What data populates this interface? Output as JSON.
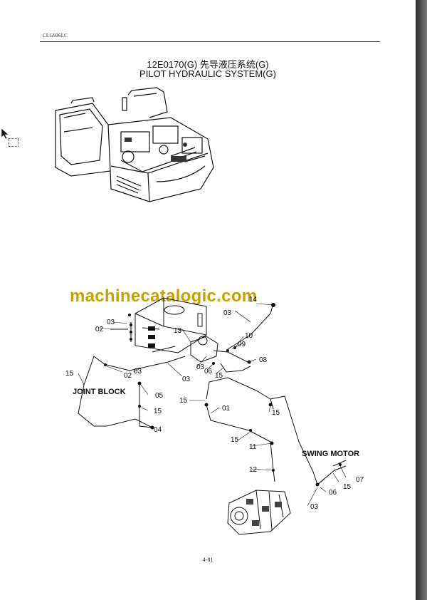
{
  "header": {
    "doc_code": "CLG936LC"
  },
  "titles": {
    "cn": "12E0170(G)  先导液压系统(G)",
    "en": "PILOT HYDRAULIC SYSTEM(G)"
  },
  "watermark": "machinecatalogic.com",
  "labels": {
    "joint_block": "JOINT BLOCK",
    "swing_motor": "SWING MOTOR"
  },
  "callouts": {
    "c14": "14",
    "c03a": "03",
    "c02a": "02",
    "c03b": "03",
    "c13": "13",
    "c10": "10",
    "c09": "09",
    "c08": "08",
    "c03c": "03",
    "c06a": "06",
    "c15a": "15",
    "c02b": "02",
    "c03d": "03",
    "c03e": "03",
    "c15b": "15",
    "c05": "05",
    "c15c": "15",
    "c04": "04",
    "c15d": "15",
    "c01": "01",
    "c15e": "15",
    "c15f": "15",
    "c11": "11",
    "c12": "12",
    "c07": "07",
    "c15g": "15",
    "c06b": "06",
    "c03f": "03"
  },
  "page_number": "4-81"
}
